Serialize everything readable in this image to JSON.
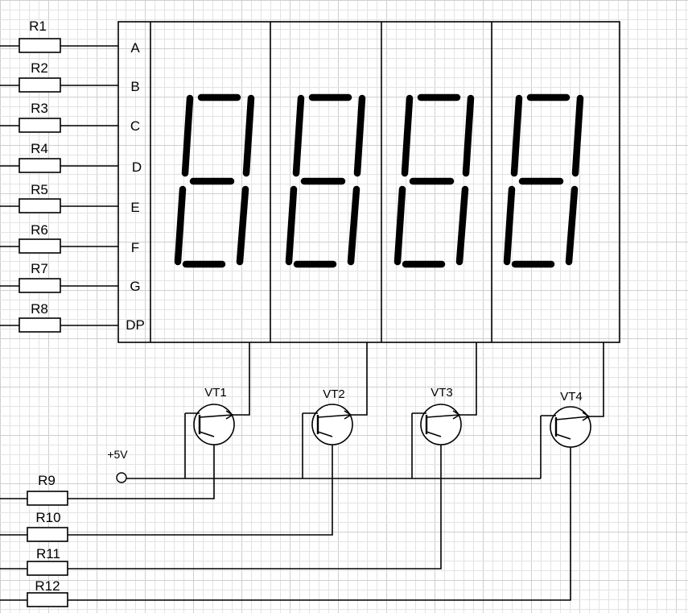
{
  "display": {
    "pin_labels": [
      "A",
      "B",
      "C",
      "D",
      "E",
      "F",
      "G",
      "DP"
    ]
  },
  "segment_resistors": {
    "labels": [
      "R1",
      "R2",
      "R3",
      "R4",
      "R5",
      "R6",
      "R7",
      "R8"
    ]
  },
  "transistors": {
    "labels": [
      "VT1",
      "VT2",
      "VT3",
      "VT4"
    ]
  },
  "base_resistors": {
    "labels": [
      "R9",
      "R10",
      "R11",
      "R12"
    ]
  },
  "power": {
    "label": "+5V"
  },
  "colors": {
    "background": "#ffffff",
    "grid_minor": "#e3e3e3",
    "grid_major": "#cfcfcf",
    "ink": "#000000"
  }
}
